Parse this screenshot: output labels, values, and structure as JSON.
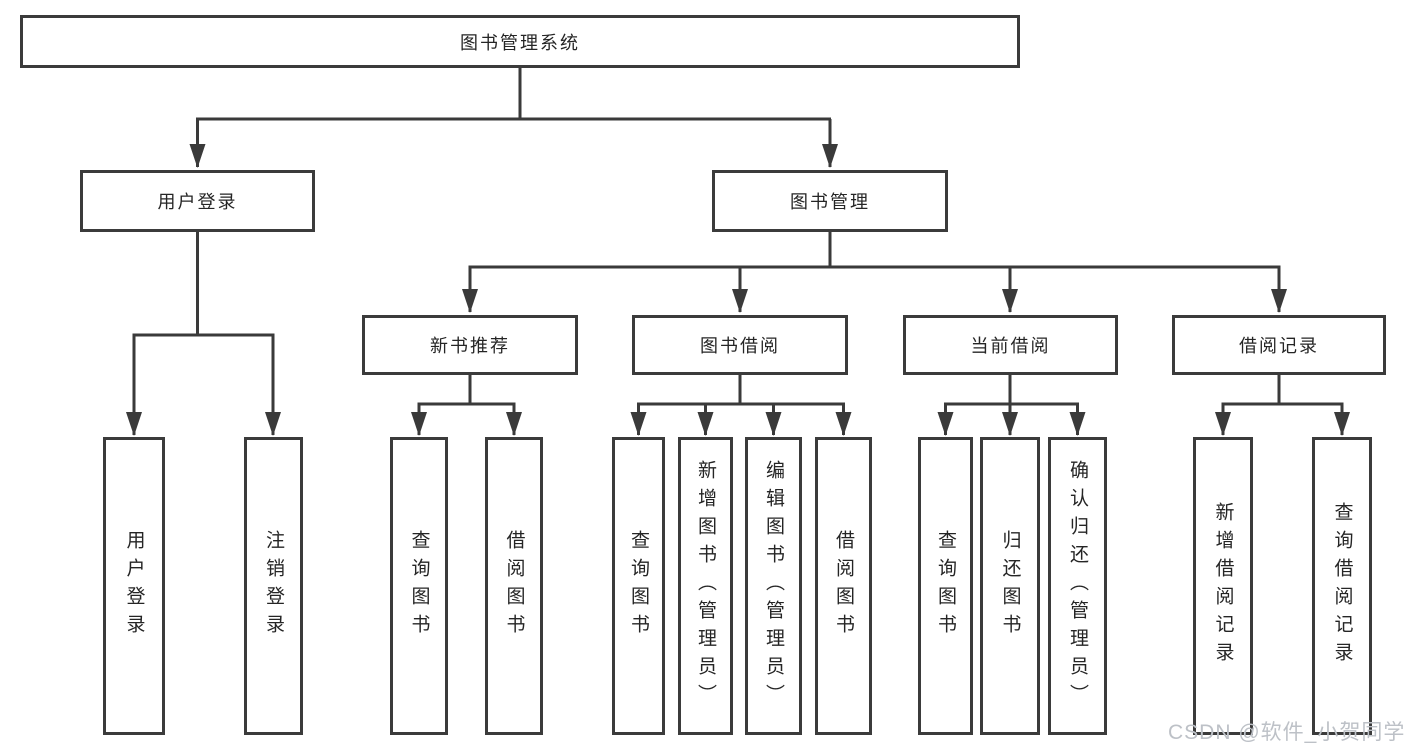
{
  "diagram": {
    "root": {
      "label": "图书管理系统"
    },
    "branches": [
      {
        "label": "用户登录",
        "leaves": [
          {
            "label": "用户登录"
          },
          {
            "label": "注销登录"
          }
        ]
      },
      {
        "label": "图书管理",
        "children": [
          {
            "label": "新书推荐",
            "leaves": [
              {
                "label": "查询图书"
              },
              {
                "label": "借阅图书"
              }
            ]
          },
          {
            "label": "图书借阅",
            "leaves": [
              {
                "label": "查询图书"
              },
              {
                "label": "新增图书（管理员）"
              },
              {
                "label": "编辑图书（管理员）"
              },
              {
                "label": "借阅图书"
              }
            ]
          },
          {
            "label": "当前借阅",
            "leaves": [
              {
                "label": "查询图书"
              },
              {
                "label": "归还图书"
              },
              {
                "label": "确认归还（管理员）"
              }
            ]
          },
          {
            "label": "借阅记录",
            "leaves": [
              {
                "label": "新增借阅记录"
              },
              {
                "label": "查询借阅记录"
              }
            ]
          }
        ]
      }
    ]
  },
  "watermark": {
    "text": "CSDN @软件_小贺同学",
    "color": "#bdc1c7"
  },
  "colors": {
    "line": "#3a3a3a",
    "box_border": "#3b3b3b",
    "text": "#252525",
    "background": "#ffffff"
  }
}
